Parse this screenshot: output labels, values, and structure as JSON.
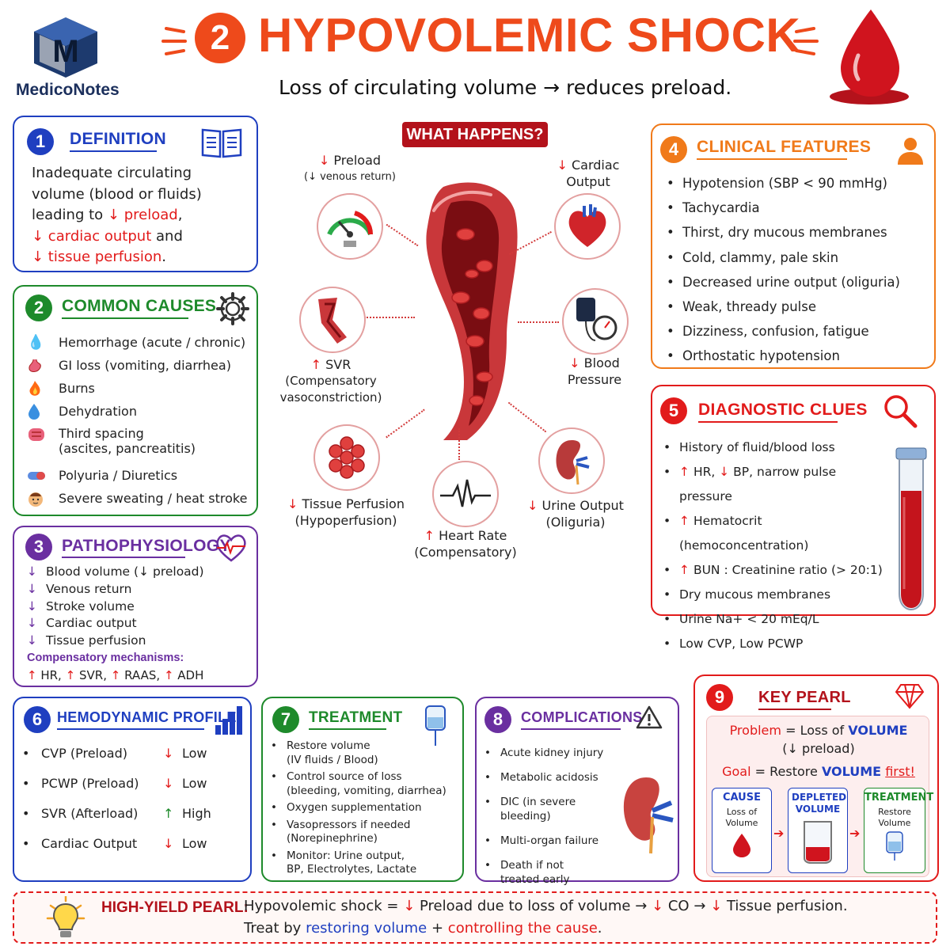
{
  "brand": {
    "name": "MedicoNotes",
    "logo_letter": "M"
  },
  "header": {
    "number": "2",
    "title": "HYPOVOLEMIC SHOCK",
    "subtitle": "Loss of circulating volume → reduces preload."
  },
  "definition": {
    "number": "1",
    "title": "DEFINITION",
    "line1": "Inadequate circulating",
    "line2": "volume (blood or fluids)",
    "line3_a": "leading to",
    "line3_b": "↓ preload",
    "line4_a": "↓ cardiac output",
    "line4_b": "and",
    "line5_a": "↓ tissue perfusion",
    "line5_b": "."
  },
  "causes": {
    "number": "2",
    "title": "COMMON CAUSES",
    "items": [
      {
        "icon": "blood-drop-icon",
        "text": "Hemorrhage (acute / chronic)"
      },
      {
        "icon": "stomach-icon",
        "text": "GI loss (vomiting, diarrhea)"
      },
      {
        "icon": "fire-icon",
        "text": "Burns"
      },
      {
        "icon": "water-drop-icon",
        "text": "Dehydration"
      },
      {
        "icon": "intestine-icon",
        "text": "Third spacing",
        "text2": "(ascites, pancreatitis)"
      },
      {
        "icon": "pill-icon",
        "text": "Polyuria / Diuretics"
      },
      {
        "icon": "sweating-face-icon",
        "text": "Severe sweating / heat stroke"
      }
    ]
  },
  "patho": {
    "number": "3",
    "title": "PATHOPHYSIOLOGY",
    "items": [
      "Blood volume (↓ preload)",
      "Venous return",
      "Stroke volume",
      "Cardiac output",
      "Tissue perfusion"
    ],
    "arrow": "↓",
    "comp_title": "Compensatory mechanisms:",
    "comp_items": [
      "HR,",
      "SVR,",
      "RAAS,",
      "ADH"
    ],
    "up": "↑"
  },
  "what_happens": {
    "title": "WHAT HAPPENS?",
    "preload": {
      "arrow": "↓",
      "label": "Preload",
      "sub": "(↓ venous return)"
    },
    "cardiac_output": {
      "arrow": "↓",
      "label": "Cardiac",
      "label2": "Output"
    },
    "svr": {
      "arrow": "↑",
      "label": "SVR",
      "sub1": "(Compensatory",
      "sub2": "vasoconstriction)"
    },
    "bp": {
      "arrow": "↓",
      "label": "Blood",
      "label2": "Pressure"
    },
    "tissue": {
      "arrow": "↓",
      "label": "Tissue Perfusion",
      "sub": "(Hypoperfusion)"
    },
    "hr": {
      "arrow": "↑",
      "label": "Heart Rate",
      "sub": "(Compensatory)"
    },
    "urine": {
      "arrow": "↓",
      "label": "Urine Output",
      "sub": "(Oliguria)"
    }
  },
  "clinical": {
    "number": "4",
    "title": "CLINICAL FEATURES",
    "items": [
      "Hypotension (SBP < 90 mmHg)",
      "Tachycardia",
      "Thirst, dry mucous membranes",
      "Cold, clammy, pale skin",
      "Decreased urine output (oliguria)",
      "Weak, thready pulse",
      "Dizziness, confusion, fatigue",
      "Orthostatic hypotension"
    ]
  },
  "diagnostic": {
    "number": "5",
    "title": "DIAGNOSTIC CLUES",
    "i1": "History of fluid/blood loss",
    "i2_a": "↑",
    "i2_b": "HR,",
    "i2_c": "↓",
    "i2_d": "BP, narrow pulse pressure",
    "i3_a": "↑",
    "i3_b": "Hematocrit (hemoconcentration)",
    "i4_a": "↑",
    "i4_b": "BUN : Creatinine ratio (> 20:1)",
    "i5": "Dry mucous membranes",
    "i6": "Urine Na+ < 20 mEq/L",
    "i7": "Low CVP, Low PCWP"
  },
  "hemo": {
    "number": "6",
    "title": "HEMODYNAMIC PROFILE",
    "rows": [
      {
        "param": "CVP (Preload)",
        "arrow": "↓",
        "value": "Low"
      },
      {
        "param": "PCWP (Preload)",
        "arrow": "↓",
        "value": "Low"
      },
      {
        "param": "SVR (Afterload)",
        "arrow": "↑",
        "value": "High"
      },
      {
        "param": "Cardiac Output",
        "arrow": "↓",
        "value": "Low"
      }
    ]
  },
  "treatment": {
    "number": "7",
    "title": "TREATMENT",
    "items": [
      {
        "a": "Restore volume",
        "b": "(IV fluids / Blood)"
      },
      {
        "a": "Control source of loss",
        "b": "(bleeding, vomiting, diarrhea)"
      },
      {
        "a": "Oxygen supplementation",
        "b": ""
      },
      {
        "a": "Vasopressors if needed",
        "b": "(Norepinephrine)"
      },
      {
        "a": "Monitor: Urine output,",
        "b": "BP, Electrolytes, Lactate"
      }
    ]
  },
  "complications": {
    "number": "8",
    "title": "COMPLICATIONS",
    "items": [
      {
        "a": "Acute kidney injury",
        "b": ""
      },
      {
        "a": "Metabolic acidosis",
        "b": ""
      },
      {
        "a": "DIC (in severe bleeding)",
        "b": ""
      },
      {
        "a": "Multi-organ failure",
        "b": ""
      },
      {
        "a": "Death if not",
        "b": "treated early"
      }
    ]
  },
  "pearl": {
    "number": "9",
    "title": "KEY PEARL",
    "p1_a": "Problem",
    "p1_b": "= Loss of",
    "p1_c": "VOLUME",
    "p2": "(↓ preload)",
    "p3_a": "Goal",
    "p3_b": "= Restore",
    "p3_c": "VOLUME",
    "p3_d": "first!",
    "flow": [
      {
        "title": "CAUSE",
        "sub": "Loss of Volume"
      },
      {
        "title": "DEPLETED VOLUME",
        "sub": ""
      },
      {
        "title": "TREATMENT",
        "sub": "Restore Volume"
      }
    ]
  },
  "footer": {
    "label": "HIGH-YIELD PEARL:",
    "l1_a": "Hypovolemic shock =",
    "l1_b": "↓",
    "l1_c": "Preload due to loss of volume →",
    "l1_d": "↓",
    "l1_e": "CO →",
    "l1_f": "↓",
    "l1_g": "Tissue perfusion.",
    "l2_a": "Treat by",
    "l2_b": "restoring volume",
    "l2_c": "+",
    "l2_d": "controlling the cause",
    "l2_e": "."
  },
  "colors": {
    "blue": "#1f3fc0",
    "green": "#1e8a2b",
    "purple": "#6a2fa0",
    "orange": "#f07a1a",
    "red": "#e21b1b",
    "title_red": "#ee4a1b"
  }
}
